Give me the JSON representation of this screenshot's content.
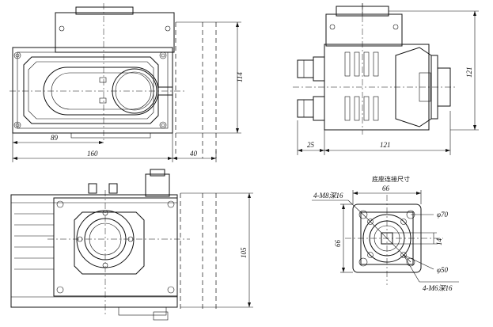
{
  "dimensions": {
    "top_view": {
      "height": "114",
      "left_offset": "89",
      "width": "160",
      "clearance": "40"
    },
    "side_view": {
      "height": "121",
      "depth": "121",
      "connector": "25"
    },
    "bottom_view": {
      "height": "105"
    },
    "flange": {
      "title": "底座连接尺寸",
      "outer_bolts": "4-M8深16",
      "inner_bolts": "4-M6深16",
      "width": "66",
      "height": "66",
      "pcd_outer": "φ70",
      "pcd_inner": "φ50",
      "square": "14"
    }
  }
}
